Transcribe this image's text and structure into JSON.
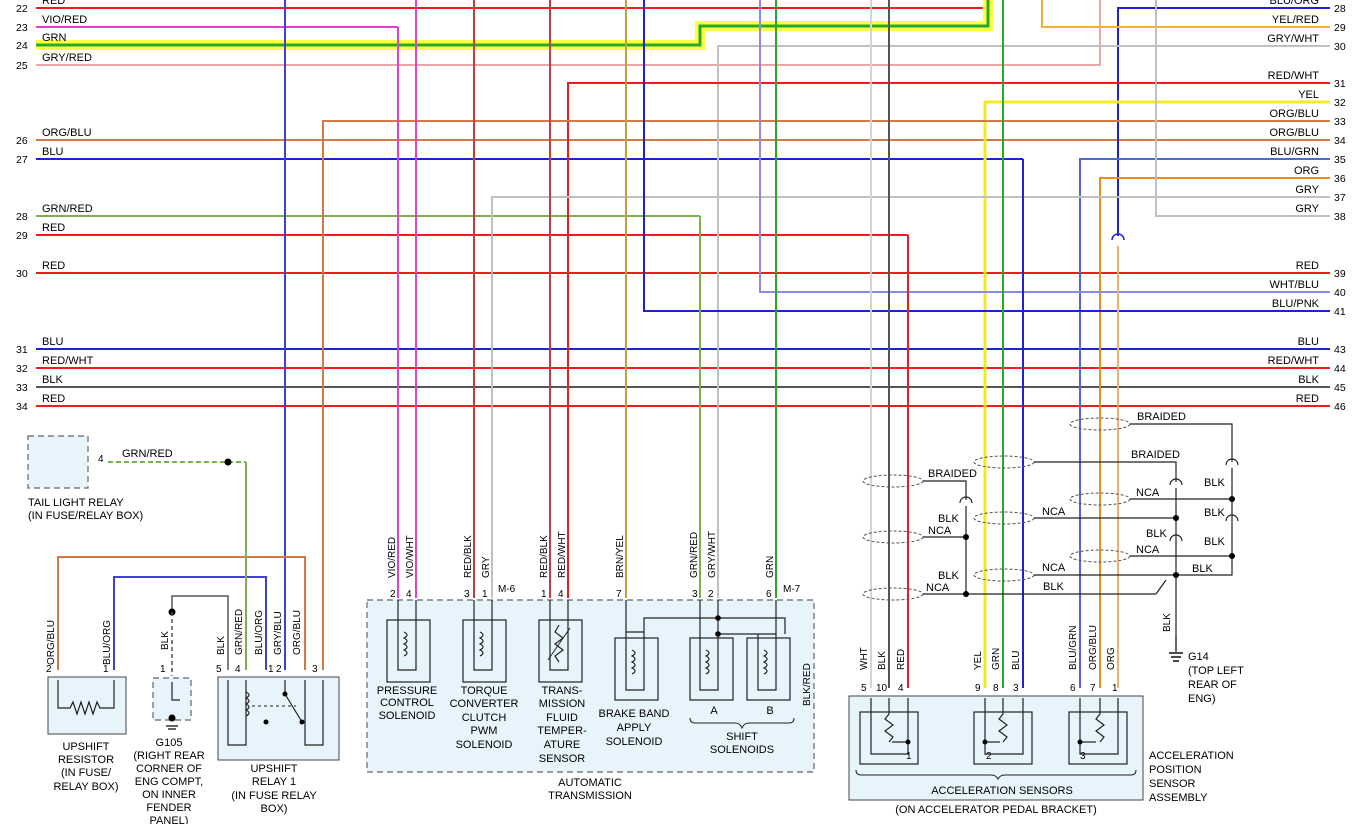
{
  "colors": {
    "RED": "#ee1c1c",
    "GRN": "#28a828",
    "BLU": "#2020d8",
    "VIO": "#e040d0",
    "GRY": "#b8b8b8",
    "ORG": "#f08c1a",
    "BLK": "#555555",
    "YEL": "#f2ec1a",
    "WHT": "#d4d4d4",
    "BRN": "#a05a2a",
    "PNK": "#d07ad0",
    "HILITE": "#ffff40"
  },
  "left_rows": [
    {
      "num": "22",
      "label": "RED"
    },
    {
      "num": "23",
      "label": "VIO/RED"
    },
    {
      "num": "24",
      "label": "GRN"
    },
    {
      "num": "25",
      "label": "GRY/RED"
    },
    {
      "num": "26",
      "label": "ORG/BLU"
    },
    {
      "num": "27",
      "label": "BLU"
    },
    {
      "num": "28",
      "label": "GRN/RED"
    },
    {
      "num": "29",
      "label": "RED"
    },
    {
      "num": "30",
      "label": "RED"
    },
    {
      "num": "31",
      "label": "BLU"
    },
    {
      "num": "32",
      "label": "RED/WHT"
    },
    {
      "num": "33",
      "label": "BLK"
    },
    {
      "num": "34",
      "label": "RED"
    }
  ],
  "right_rows": [
    {
      "num": "28",
      "label": "BLU/ORG"
    },
    {
      "num": "29",
      "label": "YEL/RED"
    },
    {
      "num": "30",
      "label": "GRY/WHT"
    },
    {
      "num": "31",
      "label": "RED/WHT"
    },
    {
      "num": "32",
      "label": "YEL"
    },
    {
      "num": "33",
      "label": "ORG/BLU"
    },
    {
      "num": "34",
      "label": "ORG/BLU"
    },
    {
      "num": "35",
      "label": "BLU/GRN"
    },
    {
      "num": "36",
      "label": "ORG"
    },
    {
      "num": "37",
      "label": "GRY"
    },
    {
      "num": "38",
      "label": "GRY"
    },
    {
      "num": "39",
      "label": "RED"
    },
    {
      "num": "40",
      "label": "WHT/BLU"
    },
    {
      "num": "41",
      "label": "BLU/PNK"
    },
    {
      "num": "43",
      "label": "BLU"
    },
    {
      "num": "44",
      "label": "RED/WHT"
    },
    {
      "num": "45",
      "label": "BLK"
    },
    {
      "num": "46",
      "label": "RED"
    }
  ],
  "tail_light_relay": {
    "pin": "4",
    "wire": "GRN/RED",
    "lines": [
      "TAIL LIGHT RELAY",
      "(IN FUSE/RELAY BOX)"
    ]
  },
  "upshift_resistor": {
    "wires": [
      "ORG/BLU",
      "BLU/ORG"
    ],
    "pins": [
      "2",
      "1"
    ],
    "lines": [
      "UPSHIFT",
      "RESISTOR",
      "(IN FUSE/",
      "RELAY BOX)"
    ]
  },
  "g105": {
    "wire": "BLK",
    "pin": "1",
    "lines": [
      "G105",
      "(RIGHT REAR",
      "CORNER OF",
      "ENG COMPT,",
      "ON INNER",
      "FENDER",
      "PANEL)"
    ]
  },
  "upshift_relay": {
    "wires": [
      "BLK",
      "GRN/RED",
      "BLU/ORG",
      "GRY/BLU",
      "ORG/BLU"
    ],
    "pins": [
      "5",
      "4",
      "1",
      "2",
      "3"
    ],
    "lines": [
      "UPSHIFT",
      "RELAY 1",
      "(IN FUSE RELAY",
      "BOX)"
    ]
  },
  "transmission": {
    "connector1": "M-6",
    "connector2": "M-7",
    "wires": [
      "VIO/RED",
      "VIO/WHT",
      "RED/BLK",
      "GRY",
      "RED/BLK",
      "RED/WHT",
      "BRN/YEL",
      "GRN/RED",
      "GRY/WHT",
      "GRN"
    ],
    "pins": [
      "2",
      "4",
      "3",
      "1",
      "1",
      "4",
      "7",
      "3",
      "2",
      "6"
    ],
    "side_wire": "BLK/RED",
    "comp_pcs": [
      "PRESSURE",
      "CONTROL",
      "SOLENOID"
    ],
    "comp_tcc": [
      "TORQUE",
      "CONVERTER",
      "CLUTCH",
      "PWM",
      "SOLENOID"
    ],
    "comp_tft": [
      "TRANS-",
      "MISSION",
      "FLUID",
      "TEMPER-",
      "ATURE",
      "SENSOR"
    ],
    "comp_bb": [
      "BRAKE BAND",
      "APPLY",
      "SOLENOID"
    ],
    "shift_a": "A",
    "shift_b": "B",
    "shift_lines": [
      "SHIFT",
      "SOLENOIDS"
    ],
    "title_lines": [
      "AUTOMATIC",
      "TRANSMISSION"
    ]
  },
  "accel": {
    "wires": [
      "WHT",
      "BLK",
      "RED",
      "YEL",
      "GRN",
      "BLU",
      "BLU/GRN",
      "ORG/BLU",
      "ORG"
    ],
    "pins": [
      "5",
      "10",
      "4",
      "9",
      "8",
      "3",
      "6",
      "7",
      "1"
    ],
    "sensor_nums": [
      "1",
      "2",
      "3"
    ],
    "inner_label": "ACCELERATION SENSORS",
    "location": "(ON ACCELERATOR PEDAL BRACKET)",
    "assembly_lines": [
      "ACCELERATION",
      "POSITION",
      "SENSOR",
      "ASSEMBLY"
    ]
  },
  "shield": {
    "braided": "BRAIDED",
    "nca": "NCA",
    "blk": "BLK"
  },
  "g14": {
    "name": "G14",
    "lines": [
      "(TOP LEFT",
      "REAR OF",
      "ENG)"
    ]
  }
}
